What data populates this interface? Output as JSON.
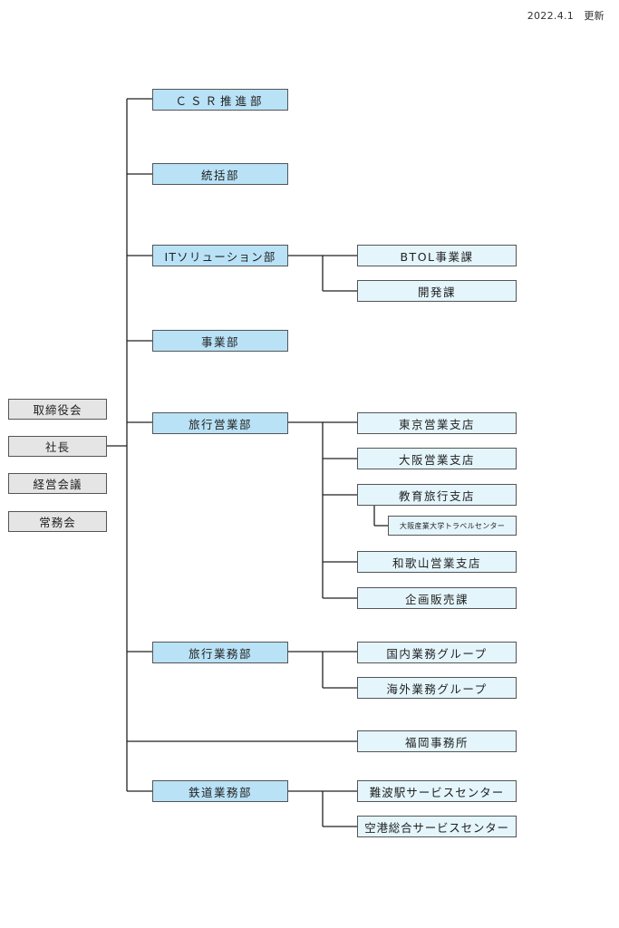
{
  "updated": "2022.4.1　更新",
  "exec": [
    "取締役会",
    "社長",
    "経営会議",
    "常務会"
  ],
  "departments": [
    "ＣＳＲ推進部",
    "統括部",
    "ITソリューション部",
    "事業部",
    "旅行営業部",
    "旅行業務部",
    "鉄道業務部"
  ],
  "sections": {
    "it": [
      "BTOL事業課",
      "開発課"
    ],
    "travel_sales": [
      "東京営業支店",
      "大阪営業支店",
      "教育旅行支店",
      "大阪産業大学トラベルセンター",
      "和歌山営業支店",
      "企画販売課"
    ],
    "travel_ops": [
      "国内業務グループ",
      "海外業務グループ"
    ],
    "fukuoka": "福岡事務所",
    "railway": [
      "難波駅サービスセンター",
      "空港総合サービスセンター"
    ]
  }
}
